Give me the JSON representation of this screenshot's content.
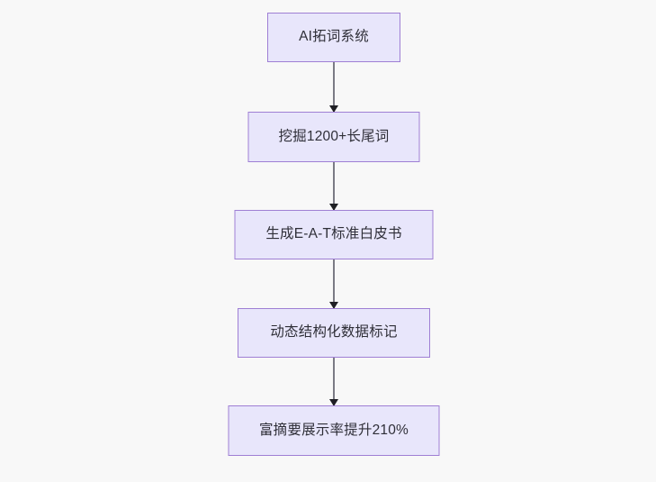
{
  "diagram": {
    "type": "flowchart",
    "direction": "top-to-bottom",
    "background_color": "#f8f8f8",
    "node_fill_color": "#e8e6fb",
    "node_border_color": "#9f7fd4",
    "node_text_color": "#2f2f38",
    "edge_line_color": "#7b7b85",
    "edge_arrow_color": "#1f1f24",
    "nodes": [
      {
        "id": "node-1",
        "label": "AI拓词系统"
      },
      {
        "id": "node-2",
        "label": "挖掘1200+长尾词"
      },
      {
        "id": "node-3",
        "label": "生成E-A-T标准白皮书"
      },
      {
        "id": "node-4",
        "label": "动态结构化数据标记"
      },
      {
        "id": "node-5",
        "label": "富摘要展示率提升210%"
      }
    ],
    "edges": [
      {
        "id": "edge-1",
        "from": "node-1",
        "to": "node-2",
        "label": ""
      },
      {
        "id": "edge-2",
        "from": "node-2",
        "to": "node-3",
        "label": ""
      },
      {
        "id": "edge-3",
        "from": "node-3",
        "to": "node-4",
        "label": ""
      },
      {
        "id": "edge-4",
        "from": "node-4",
        "to": "node-5",
        "label": ""
      }
    ]
  }
}
